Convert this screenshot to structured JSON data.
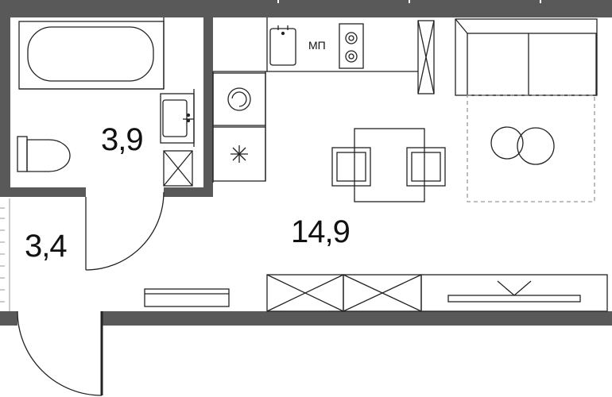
{
  "plan": {
    "rooms": [
      {
        "name": "bathroom",
        "area": "3,9"
      },
      {
        "name": "hallway",
        "area": "3,4"
      },
      {
        "name": "living",
        "area": "14,9"
      }
    ],
    "kitchen_mp_label": "МП",
    "colors": {
      "wall": "#595959",
      "line": "#222222",
      "dashed": "#999999",
      "background": "#ffffff"
    }
  }
}
